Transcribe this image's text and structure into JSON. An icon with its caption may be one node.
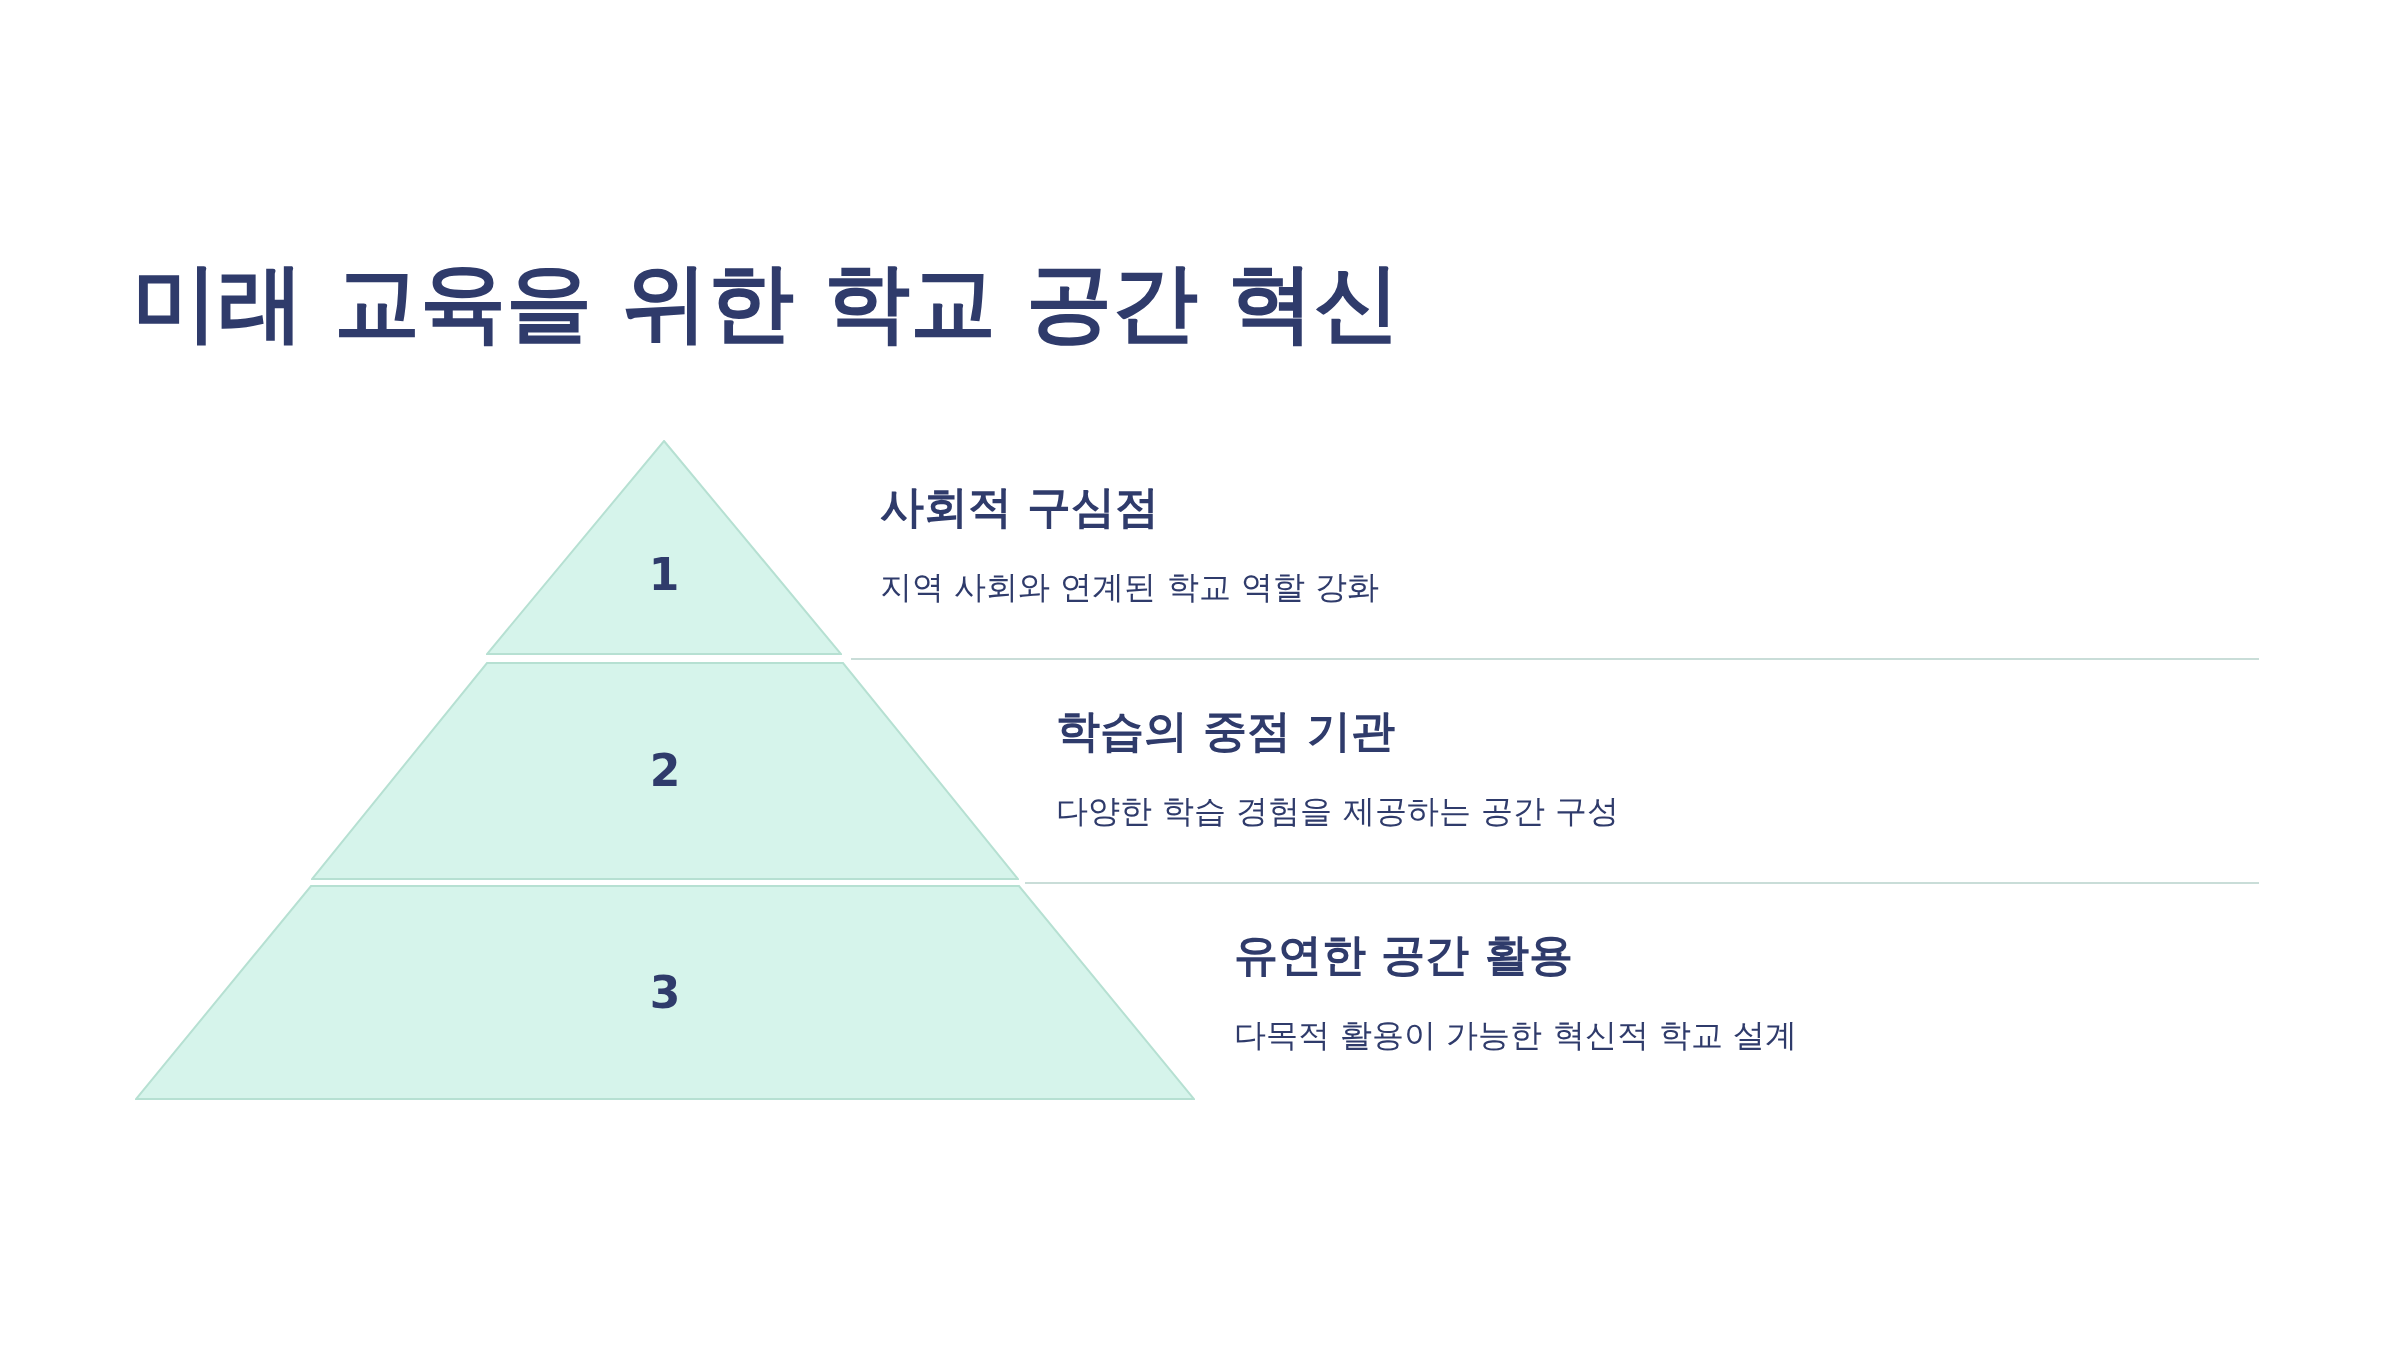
{
  "diagram": {
    "title": "미래 교육을 위한 학교 공간 혁신",
    "nodes": [
      {
        "text": [
          "1"
        ],
        "beside": [
          "사회적 구심점",
          "지역 사회와 연계된 학교 역할 강화"
        ]
      },
      {
        "text": [
          "2"
        ],
        "beside": [
          "학습의 중점 기관",
          "다양한 학습 경험을 제공하는 공간 구성"
        ]
      },
      {
        "text": [
          "3"
        ],
        "beside": [
          "유연한 공간 활용",
          "다목적 활용이 가능한 혁신적 학교 설계"
        ]
      }
    ],
    "edges": []
  }
}
